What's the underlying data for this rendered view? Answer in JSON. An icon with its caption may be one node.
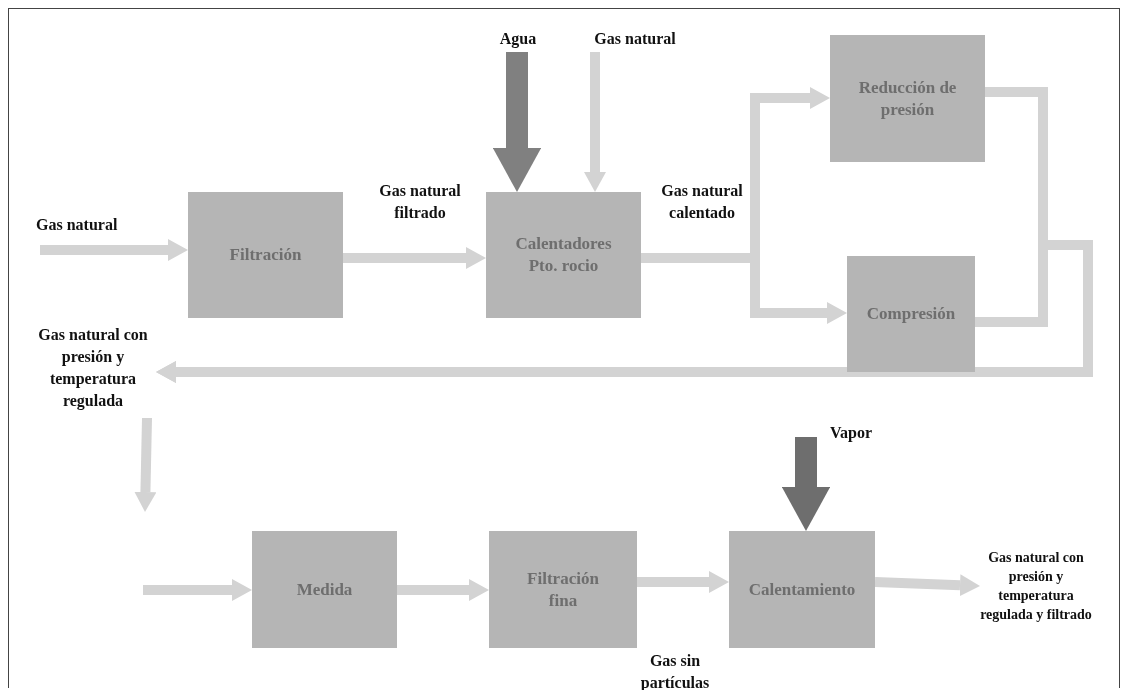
{
  "diagram": {
    "nodes": [
      {
        "text": [
          "Filtración"
        ]
      },
      {
        "text": [
          "Calentadores Pto. rocio"
        ]
      },
      {
        "text": [
          "Reducción de presión"
        ]
      },
      {
        "text": [
          "Compresión"
        ]
      },
      {
        "text": [
          "Medida"
        ]
      },
      {
        "text": [
          "Filtración fina"
        ]
      },
      {
        "text": [
          "Calentamiento"
        ]
      },
      {
        "text": [
          "Agua"
        ]
      },
      {
        "text": [
          "Gas natural"
        ]
      },
      {
        "text": [
          "Gas natural con presión y temperatura regulada"
        ]
      },
      {
        "text": [
          "Gas natural con presión y temperatura regulada y filtrado"
        ]
      }
    ],
    "edges": [
      {
        "from": null,
        "to": 0,
        "arrow": "to",
        "label": "Gas natural"
      },
      {
        "from": 0,
        "to": 1,
        "arrow": "to",
        "label": "Gas natural filtrado"
      },
      {
        "from": 7,
        "to": 1,
        "arrow": "to",
        "style": "thick",
        "color": "#808080"
      },
      {
        "from": 8,
        "to": 1,
        "arrow": "to"
      },
      {
        "from": 1,
        "to": 2,
        "arrow": "to",
        "label": "Gas natural calentado"
      },
      {
        "from": 1,
        "to": 3,
        "arrow": "to"
      },
      {
        "from": 2,
        "to": 9,
        "arrow": "to"
      },
      {
        "from": 3,
        "to": 9,
        "arrow": "to"
      },
      {
        "from": 9,
        "to": null,
        "arrow": "to"
      },
      {
        "from": null,
        "to": 4,
        "arrow": "to"
      },
      {
        "from": 4,
        "to": 5,
        "arrow": "to"
      },
      {
        "from": 5,
        "to": 6,
        "arrow": "to",
        "label": "Gas sin partículas"
      },
      {
        "from": null,
        "to": 6,
        "arrow": "to",
        "label": "Vapor",
        "style": "thick",
        "color": "#6e6e6e"
      },
      {
        "from": 6,
        "to": 10,
        "arrow": "to"
      }
    ]
  }
}
